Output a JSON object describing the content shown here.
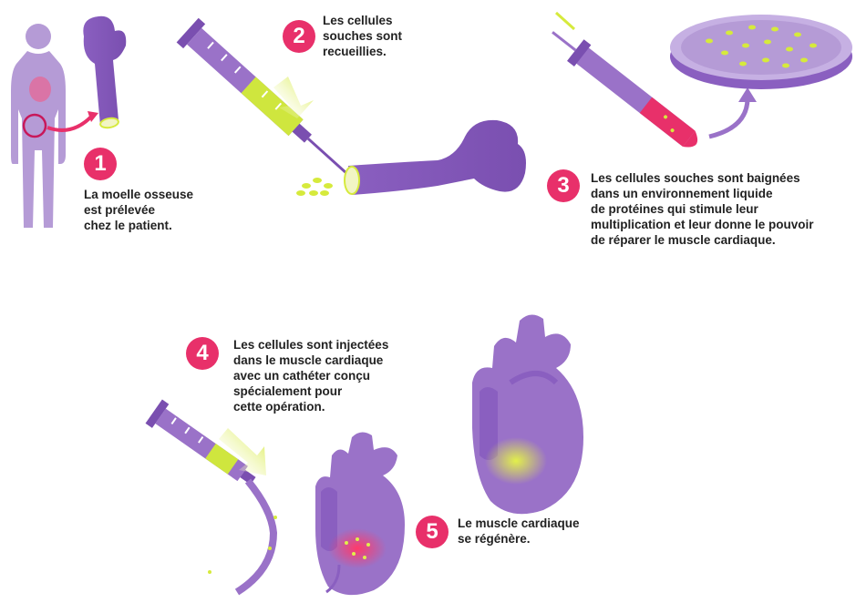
{
  "steps": [
    {
      "number": "1",
      "lines": [
        "La moelle osseuse",
        "est prélevée",
        "chez le patient."
      ]
    },
    {
      "number": "2",
      "lines": [
        "Les cellules",
        "souches sont",
        "recueillies."
      ]
    },
    {
      "number": "3",
      "lines": [
        "Les cellules souches sont baignées",
        "dans un environnement liquide",
        "de protéines qui stimule leur",
        "multiplication et leur donne le pouvoir",
        "de réparer le muscle cardiaque."
      ]
    },
    {
      "number": "4",
      "lines": [
        "Les cellules sont injectées",
        "dans le muscle cardiaque",
        "avec un cathéter conçu",
        "spécialement pour",
        "cette opération."
      ]
    },
    {
      "number": "5",
      "lines": [
        "Le muscle cardiaque",
        "se régénère."
      ]
    }
  ],
  "colors": {
    "purple": "#9a72c8",
    "purple_dark": "#7a4fb0",
    "purple_light": "#c6b0e3",
    "pink": "#e8306a",
    "lime": "#d6ea3c"
  }
}
